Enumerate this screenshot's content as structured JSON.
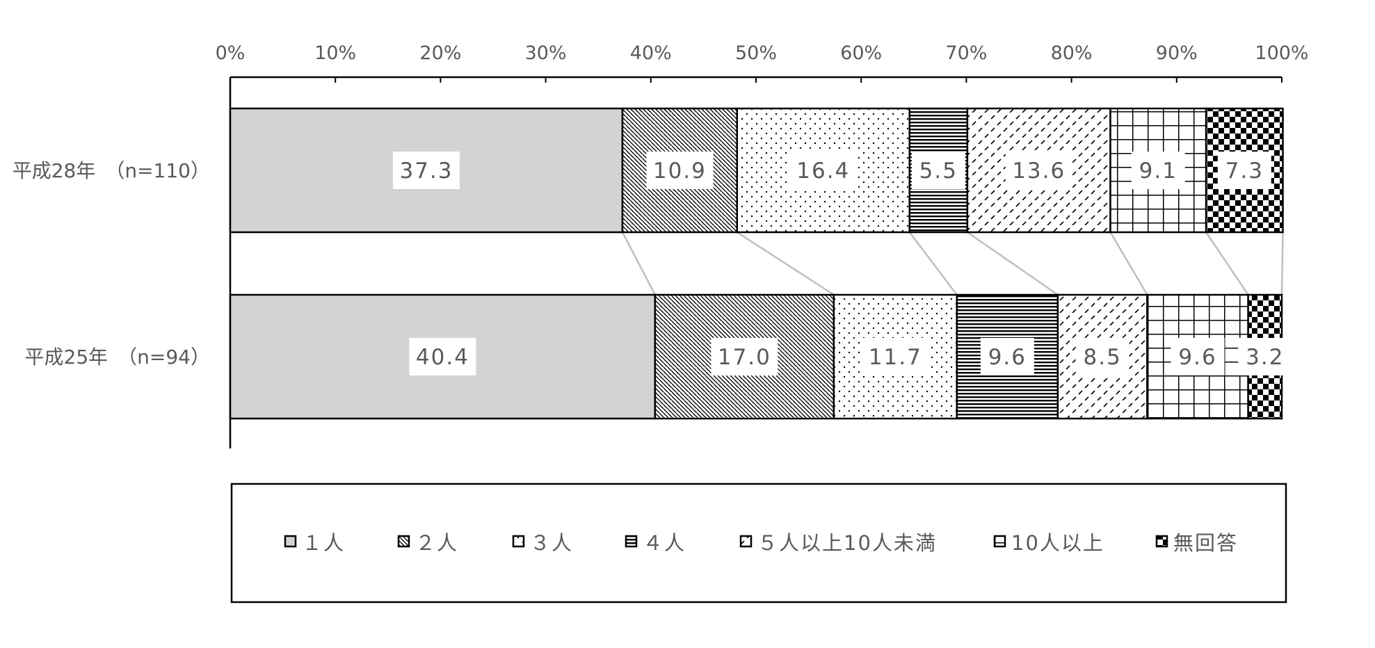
{
  "chart_data": {
    "type": "bar",
    "orientation": "horizontal",
    "stacked": "percent",
    "x_ticks": [
      "0%",
      "10%",
      "20%",
      "30%",
      "40%",
      "50%",
      "60%",
      "70%",
      "80%",
      "90%",
      "100%"
    ],
    "xlim": [
      0,
      100
    ],
    "categories": [
      "平成28年　（n=110）",
      "平成25年　（n=94）"
    ],
    "series": [
      {
        "name": "１人",
        "values": [
          37.3,
          40.4
        ],
        "pattern": "solid-gray"
      },
      {
        "name": "２人",
        "values": [
          10.9,
          17.0
        ],
        "pattern": "diagonal-dense"
      },
      {
        "name": "３人",
        "values": [
          16.4,
          11.7
        ],
        "pattern": "dots"
      },
      {
        "name": "４人",
        "values": [
          5.5,
          9.6
        ],
        "pattern": "horizontal-lines"
      },
      {
        "name": "５人以上10人未満",
        "values": [
          13.6,
          8.5
        ],
        "pattern": "dashed-diagonal"
      },
      {
        "name": "10人以上",
        "values": [
          9.1,
          9.6
        ],
        "pattern": "grid"
      },
      {
        "name": "無回答",
        "values": [
          7.3,
          3.2
        ],
        "pattern": "checker"
      }
    ],
    "data_labels": [
      [
        "37.3",
        "10.9",
        "16.4",
        "5.5",
        "13.6",
        "9.1",
        "7.3"
      ],
      [
        "40.4",
        "17.0",
        "11.7",
        "9.6",
        "8.5",
        "9.6",
        "3.2"
      ]
    ],
    "series_lines": true,
    "legend_position": "bottom",
    "grid": false,
    "colors": {
      "axis": "#000000",
      "text": "#595959",
      "fill_gray": "#d3d3d3",
      "connector": "#bfbfbf"
    }
  }
}
